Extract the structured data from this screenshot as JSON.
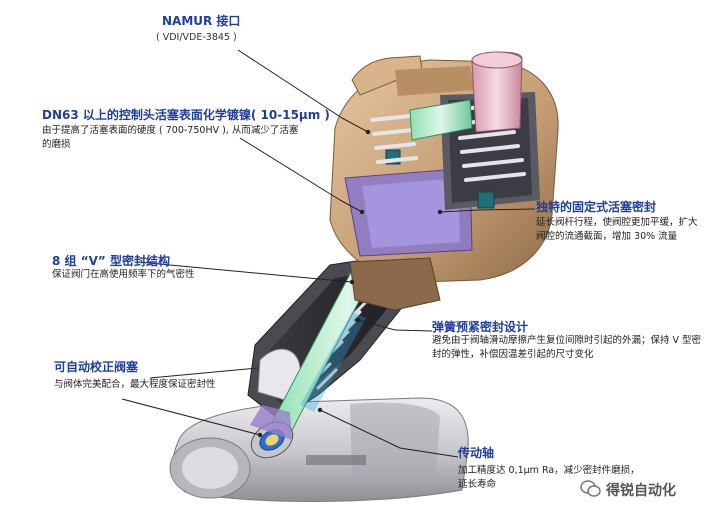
{
  "labels": {
    "namur": {
      "title": "NAMUR 接口",
      "sub": "( VDI/VDE-3845 )"
    },
    "coating": {
      "title": "DN63 以上的控制头活塞表面化学镀镍( 10-15μm )",
      "desc": "由于提高了活塞表面的硬度 ( 700-750HV ), 从而减少了活塞的磨损"
    },
    "vseal": {
      "title": "8 组 “V” 型密封结构",
      "desc": "保证阀门在高使用频率下的气密性"
    },
    "selfalign": {
      "title": "可自动校正阀塞",
      "desc": "与阀体完美配合，最大程度保证密封性"
    },
    "pistonseal": {
      "title": "独特的固定式活塞密封",
      "desc": "延长阀杆行程，使阀腔更加平缓，扩大阀腔的流通截面，增加 30% 流量"
    },
    "springseal": {
      "title": "弹簧预紧密封设计",
      "desc": "避免由于阀轴滑动摩擦产生复位间隙时引起的外漏；保持 V 型密封的弹性，补偿因温差引起的尺寸变化"
    },
    "shaft": {
      "title": "传动轴",
      "desc": "加工精度达 0,1μm Ra，减少密封件磨损，延长寿命"
    }
  },
  "watermark": "得锐自动化",
  "colors": {
    "title": "#1f3f9a",
    "bronze": "#c8a27a",
    "pink": "#e8b8c8",
    "body": "#d4d4d8",
    "accent": "#3fa8e8"
  }
}
